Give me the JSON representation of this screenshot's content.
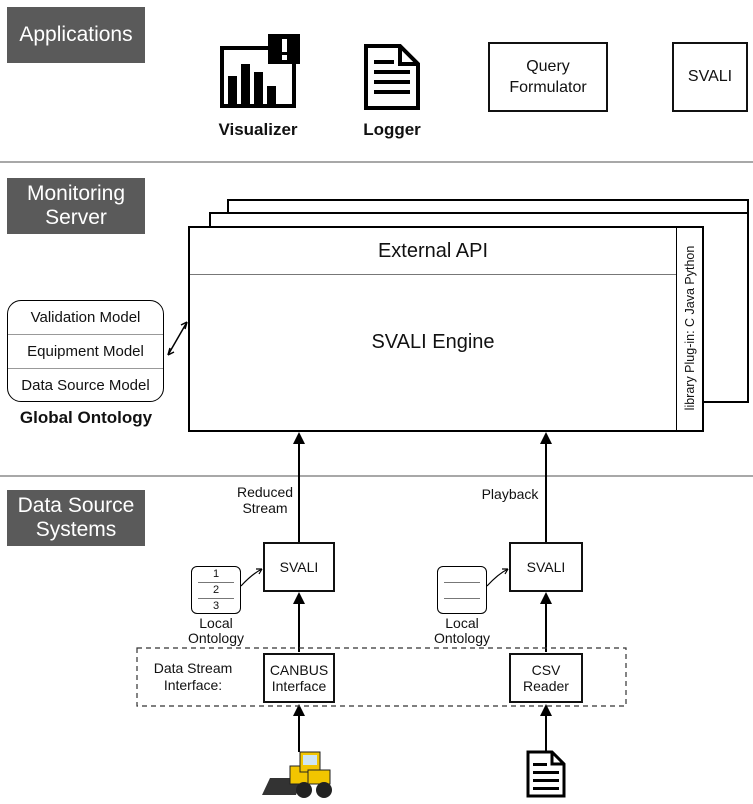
{
  "sections": {
    "applications": "Applications",
    "monitoring_server": [
      "Monitoring",
      "Server"
    ],
    "data_source_systems": [
      "Data Source",
      "Systems"
    ]
  },
  "applications": {
    "visualizer": "Visualizer",
    "logger": "Logger",
    "query_formulator": [
      "Query",
      "Formulator"
    ],
    "svali": "SVALI"
  },
  "server": {
    "external_api": "External API",
    "engine": "SVALI Engine",
    "plugin": "library Plug-in: C Java Python"
  },
  "global_ontology": {
    "models": [
      "Validation Model",
      "Equipment Model",
      "Data Source Model"
    ],
    "caption": "Global Ontology"
  },
  "data_sources": {
    "reduced_stream": [
      "Reduced",
      "Stream"
    ],
    "playback": "Playback",
    "svali_left": "SVALI",
    "svali_right": "SVALI",
    "local_ontology_left": [
      "Local",
      "Ontology"
    ],
    "local_ontology_right": [
      "Local",
      "Ontology"
    ],
    "local_rows_left": [
      "1",
      "2",
      "3"
    ],
    "data_stream_interface": [
      "Data Stream",
      "Interface:"
    ],
    "canbus": [
      "CANBUS",
      "Interface"
    ],
    "csv_reader": [
      "CSV",
      "Reader"
    ]
  },
  "icons": [
    "chart-alert-icon",
    "document-icon",
    "wheel-loader-icon"
  ],
  "colors": {
    "section_label_bg": "#5a5a5a",
    "separator": "#a8a8a8",
    "loader": "#f2c500"
  }
}
